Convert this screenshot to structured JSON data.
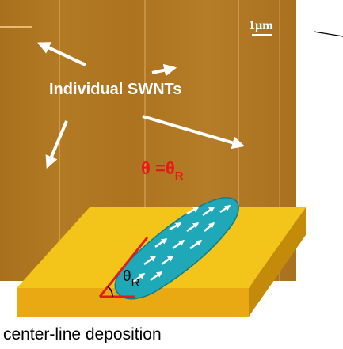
{
  "scale_bar": {
    "label": "1µm"
  },
  "annotation": {
    "label": "Individual SWNTs"
  },
  "equation": {
    "theta": "θ",
    "equals": "=θ",
    "subscript": "R"
  },
  "angle_label": {
    "theta": "θ",
    "subscript": "R"
  },
  "caption": "center-line deposition",
  "colors": {
    "afm_background": "#b07622",
    "substrate_top": "#f3c51a",
    "substrate_front": "#e8a912",
    "droplet": "#1fa8b8",
    "equation": "#e41b17",
    "arrows": "#ffffff"
  },
  "icons": [
    "arrow-icon",
    "droplet-arrow-icon"
  ]
}
